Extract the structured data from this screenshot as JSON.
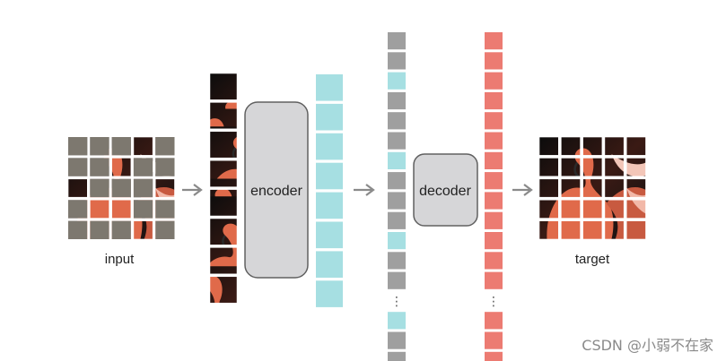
{
  "labels": {
    "input": "input",
    "encoder": "encoder",
    "decoder": "decoder",
    "target": "target",
    "ellipsis": "⋮"
  },
  "watermark": "CSDN @小弱不在家",
  "colors": {
    "mask_gray": "#7d786f",
    "token_cyan": "#a6dfe2",
    "token_gray": "#9f9f9f",
    "output_red": "#ec7b72",
    "block_fill": "#d6d6d8",
    "arrow": "#8a8a8a"
  },
  "input_grid": {
    "visible_cells": [
      [
        0,
        3
      ],
      [
        1,
        2
      ],
      [
        1,
        5
      ],
      [
        2,
        0
      ],
      [
        2,
        4
      ],
      [
        3,
        1
      ],
      [
        3,
        2
      ],
      [
        4,
        3
      ]
    ]
  },
  "mixed_tokens": [
    "gray",
    "gray",
    "cyan",
    "gray",
    "gray",
    "gray",
    "cyan",
    "gray",
    "gray",
    "gray",
    "cyan",
    "gray",
    "gray",
    "ellipsis",
    "cyan",
    "gray",
    "gray"
  ],
  "icons": [
    "arrow-right-icon",
    "arrow-right-icon",
    "arrow-right-icon"
  ]
}
